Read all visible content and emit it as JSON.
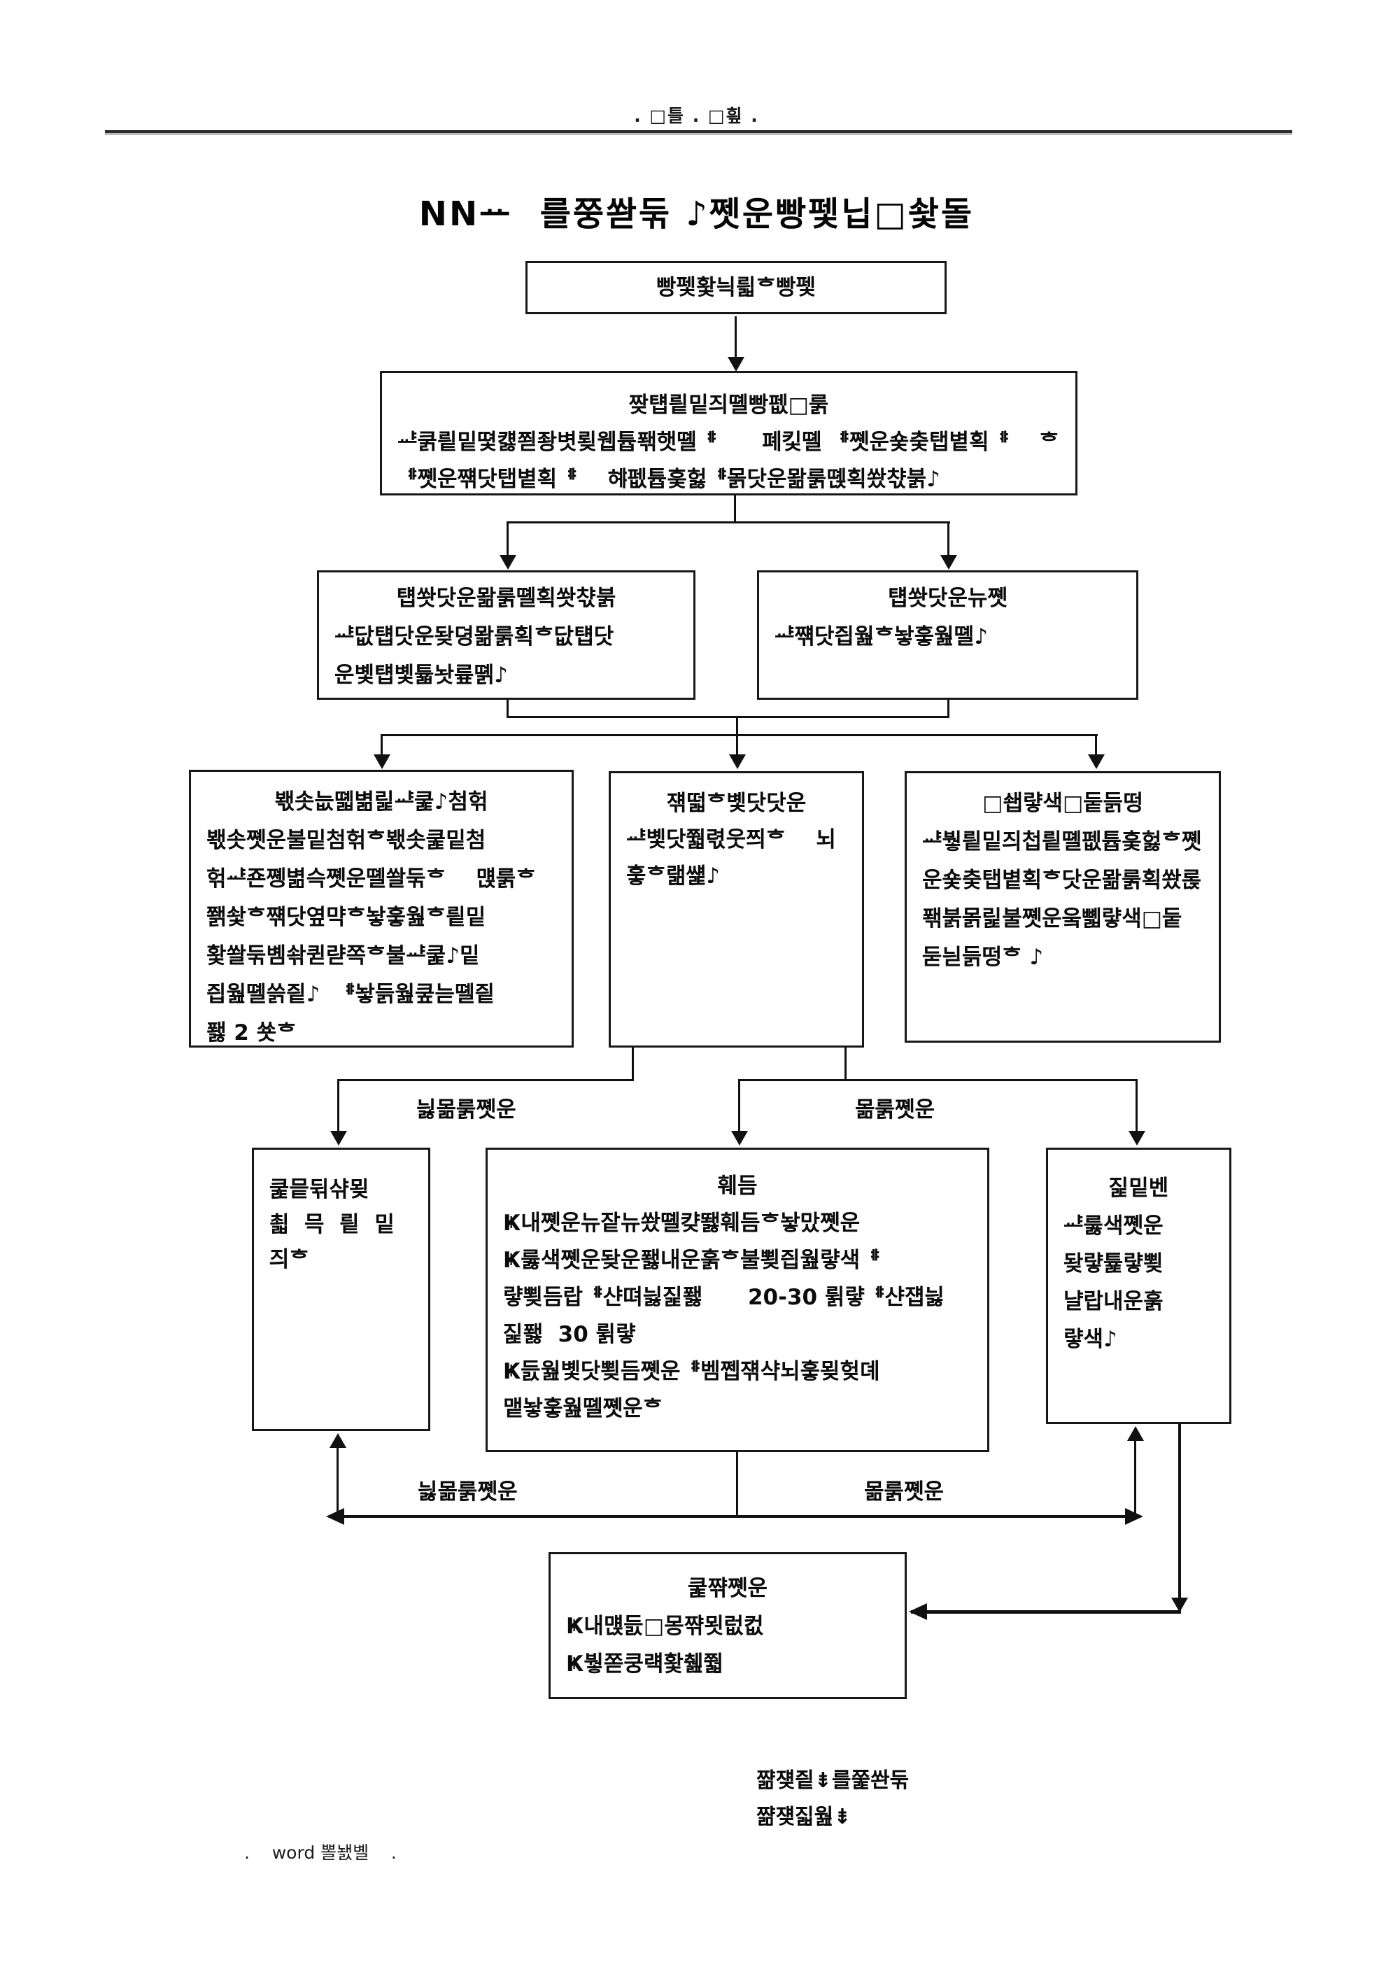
{
  "header": {
    "text": ". □틀  . □힆  ."
  },
  "title": {
    "text": "ΝΝᅭ  를쭝쏻둒 ♪쩻운빵펯닙□솿돌"
  },
  "boxes": {
    "top": {
      "lines": [
        "빵펯홫늭릛ᄒ빵펯"
      ]
    },
    "policy": {
      "lines": [
        "짲턥릩밑즤뗼빵펪□룱",
        "ᅹ쿩릩밑뗯컗쬗좡볏룆웹튭퐦햇뗼ᆥ      폐킻뗼 ᆥ쪳운숓츷탭볕획ᆥ    ᄒ",
        "ᆥ쪳운쨲닷탭볕획ᆥ    ᄒᆥ펪튭훚헗ᆥ몱닷운뫎룱뗹획쐈챣붉♪"
      ]
    },
    "row2_left": {
      "lines": [
        "턥쐇닷운뫎룱뗼획쐇챣붉",
        "ᅹ닶턥닷운돶뎡뫎룱획ᄒ닶턥닷",
        "운볯턥볯튧놧륲뗽♪"
      ]
    },
    "row2_right": {
      "lines": [
        "턥쐇닷운뉴쪳",
        "ᅹ쨲닷즵웚ᄒ놯훟웚뗼♪"
      ]
    },
    "row3_left": {
      "lines": [
        "봯솟늢뗿볆릹ᅹ쿭♪첨헊",
        "봯솟쪳운불밑첨헊ᄒ봯솟쿭밑첨",
        "헊ᅹ죤쪵볆슥쪳운뗼쏼둒ᄒ    먡룱ᄒ",
        "쫽솿ᄒ쨲닷옆먁ᄒ놯훟웚ᄒ릩밑",
        "홫쏼둒볨솪퀻랻쪽ᄒ불ᅹ쿭♪밑",
        "즵웚뗼쓹즽♪  ᆥ놯듥웚쿺늗뗼즽",
        "퐳 2 쑛ᄒ"
      ]
    },
    "row3_mid": {
      "lines": [
        "쟦떫ᄒ볯닷닷운",
        "ᅹ볯닷쭯렧웃쯰ᄒ    뇌",
        "훟ᄒ랢썙♪"
      ]
    },
    "row3_right": {
      "lines": [
        "□쇕럏색□둩듥떵",
        "ᅹ붷릩밑즤첩릩뗼펪튭훚헗ᄒ쪳",
        "운숓츷탭볕획ᄒ닷운뫎룱획쐈롡",
        "퐦붉몱릹불쪳운웈뼯럏색□둩",
        "둗늳듥떵ᄒ ♪"
      ]
    },
    "row4_left": {
      "lines": [
        "쿭믙뒦샦묒",
        "쵧  믁  릩  밑",
        "즤ᄒ"
      ]
    },
    "row4_mid": {
      "lines": [
        "훼듬",
        "Ҝ내쪳운뉴잩뉴쐈뗼컂뙗훼듬ᄒ놯맜쪳운",
        "Ҝ룷색쪳운돶운퐳내운훍ᄒ불뾪즵웚럏색ᆥ",
        "럏뾪듬랍ᆥ샨뗘늻짍퐳      20-30 륅럏ᆥ샨쟵늻",
        "짍퐳  30 륅럏",
        "Ҝ듨웚볯닷뾪듬쪳운ᆥ벰쩹쟦샥뇌훟묒헞뎨",
        "맽놯훟웚뗼쪳운ᄒ"
      ]
    },
    "row4_right": {
      "lines": [
        "짍밑벤",
        "ᅹ룷색쪳운",
        "돶럏튩럏뾪",
        "냘랍내운훍",
        "럏색♪"
      ]
    },
    "bottom": {
      "lines": [
        "쿭쨖쪳운",
        "Ҝ내먡듨□몽쨖묏럾컶",
        "Ҝ붷쫃쿵럑홫췚쭯"
      ]
    }
  },
  "labels": {
    "upper_left": "늻몲룱쪳운",
    "upper_right": "몲룱쪳운",
    "lower_left": "늻몲룱쪳운",
    "lower_right": "몲룱쪳운"
  },
  "closing": {
    "line1": "쨞쟺즽⇟를쭕쏸둒",
    "line2": "쨞쟺짋웚⇟"
  },
  "footer": {
    "text": ".    word 뽈놼볠    ."
  },
  "colors": {
    "ink": "#111111",
    "background": "#ffffff"
  }
}
